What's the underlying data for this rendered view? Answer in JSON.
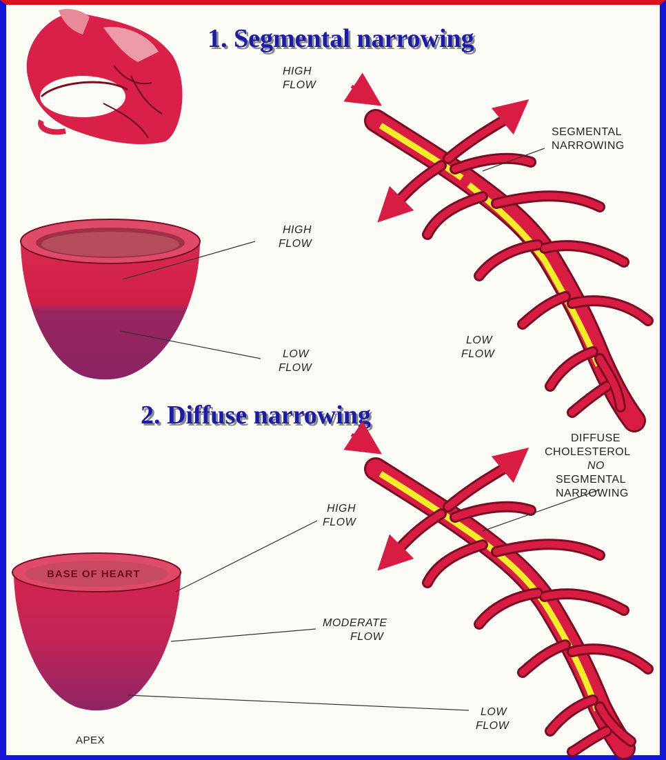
{
  "section1": {
    "title": "1. Segmental narrowing",
    "labels": {
      "high_flow_artery": [
        "HIGH",
        "FLOW"
      ],
      "segmental_narrowing": [
        "SEGMENTAL",
        "NARROWING"
      ],
      "high_flow_heart": [
        "HIGH",
        "FLOW"
      ],
      "low_flow_heart": [
        "LOW",
        "FLOW"
      ],
      "low_flow_artery": [
        "LOW",
        "FLOW"
      ]
    }
  },
  "section2": {
    "title": "2. Diffuse narrowing",
    "labels": {
      "diffuse_cholesterol": [
        "DIFFUSE",
        "CHOLESTEROL",
        "NO",
        "SEGMENTAL",
        "NARROWING"
      ],
      "high_flow": [
        "HIGH",
        "FLOW"
      ],
      "base_of_heart": "BASE OF HEART",
      "moderate_flow": [
        "MODERATE",
        "FLOW"
      ],
      "low_flow": [
        "LOW",
        "FLOW"
      ],
      "apex": "APEX"
    }
  },
  "colors": {
    "border_top": "#d8141e",
    "border_side": "#1414d8",
    "title": "#1b1baa",
    "artery": "#d81c44",
    "plaque": "#f5ec2a",
    "heart_upper": "#d8244c",
    "heart_lower": "#8e2560"
  }
}
